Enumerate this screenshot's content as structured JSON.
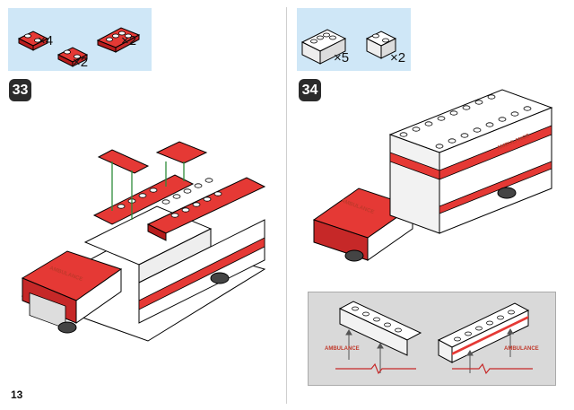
{
  "page_number": "13",
  "steps": [
    {
      "number": "33",
      "parts": [
        {
          "qty": "×4"
        },
        {
          "qty": "×2"
        },
        {
          "qty": "×2"
        }
      ]
    },
    {
      "number": "34",
      "parts": [
        {
          "qty": "×5"
        },
        {
          "qty": "×2"
        }
      ]
    }
  ],
  "decal_text": "AMBULANCE",
  "colors": {
    "parts_bg": "#cfe7f7",
    "red": "#d32f2f",
    "white": "#ffffff",
    "step_badge": "#2b2b2b",
    "arrow": "#2e8b3a"
  }
}
